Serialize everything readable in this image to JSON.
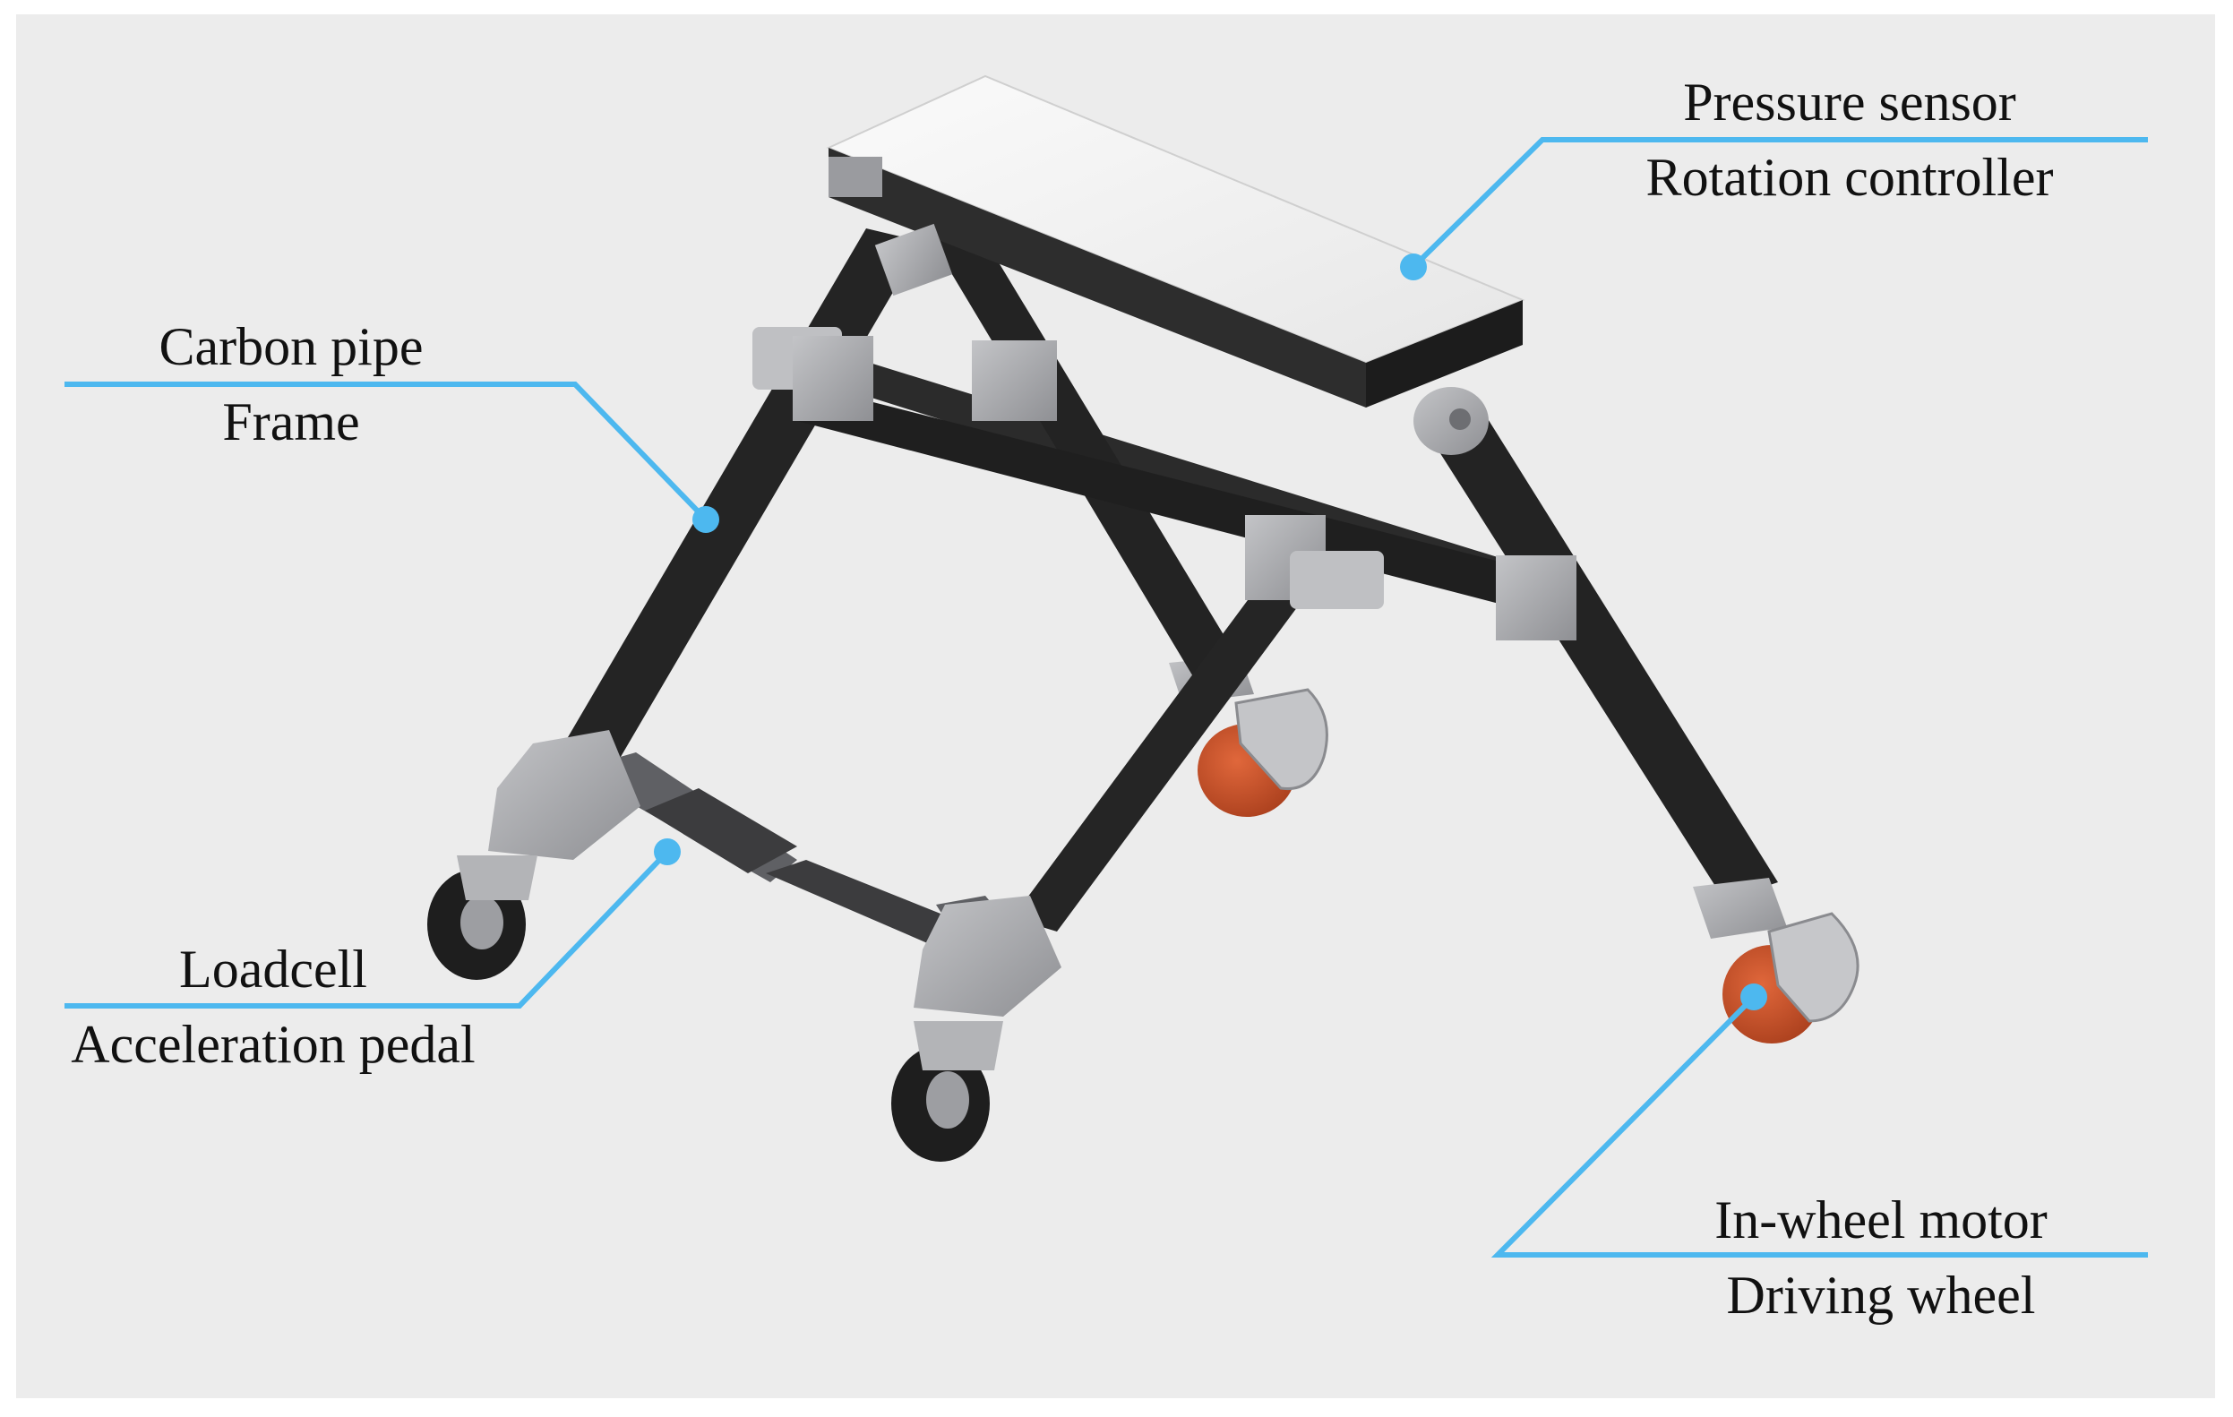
{
  "figure": {
    "callout_color": "#4db8ef",
    "labels": {
      "pressure_sensor": {
        "line1": "Pressure sensor",
        "line2": "Rotation controller"
      },
      "carbon_pipe": {
        "line1": "Carbon pipe",
        "line2": "Frame"
      },
      "loadcell": {
        "line1": "Loadcell",
        "line2": "Acceleration pedal"
      },
      "in_wheel_motor": {
        "line1": "In-wheel motor",
        "line2": "Driving wheel"
      }
    },
    "colors": {
      "background": "#ececec",
      "seat": "#f4f4f4",
      "frame_tube": "#262626",
      "joint": "#a6a7aa",
      "driving_wheel": "#c9512a",
      "caster_wheel": "#1e1e1e"
    }
  }
}
